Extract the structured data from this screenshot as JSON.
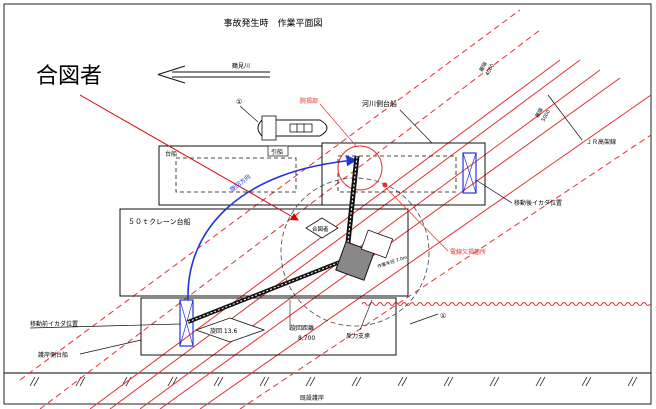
{
  "title": "事故発生時　作業平面図",
  "callout": "合図者",
  "river_label": "鶴見川",
  "labels": {
    "damage_point": "腕損部",
    "river_side_barge": "河川側台船",
    "jr_viaduct": "ＪＲ高架線",
    "dim_upper": "離隔",
    "dim_upper_val": "4000",
    "dim_lower": "離隔",
    "dim_lower_val": "5000",
    "barge": "台船",
    "tug": "引船",
    "tug_mark": "①",
    "tug_mark_2": "①",
    "swing_direction": "旋回方向",
    "crane_barge": "５０ｔクレーン台船",
    "signalman_small": "合図者",
    "raft_after": "移動後イカダ位置",
    "wire_damage": "電線欠損箇所",
    "raft_before": "移動前イカダ位置",
    "bank_barge": "護岸側台船",
    "boom_angle": "旋回 13.6",
    "radius": "旋回距離",
    "radius_val": "8,700",
    "reaction": "反力支承",
    "bank_bottom": "既設護岸",
    "turn_radius_label": "作業半径 7.0m"
  },
  "colors": {
    "red_line": "#e53030",
    "blue_arc": "#2233dd",
    "ink": "#111111",
    "callout_arrow": "#dd0000"
  }
}
